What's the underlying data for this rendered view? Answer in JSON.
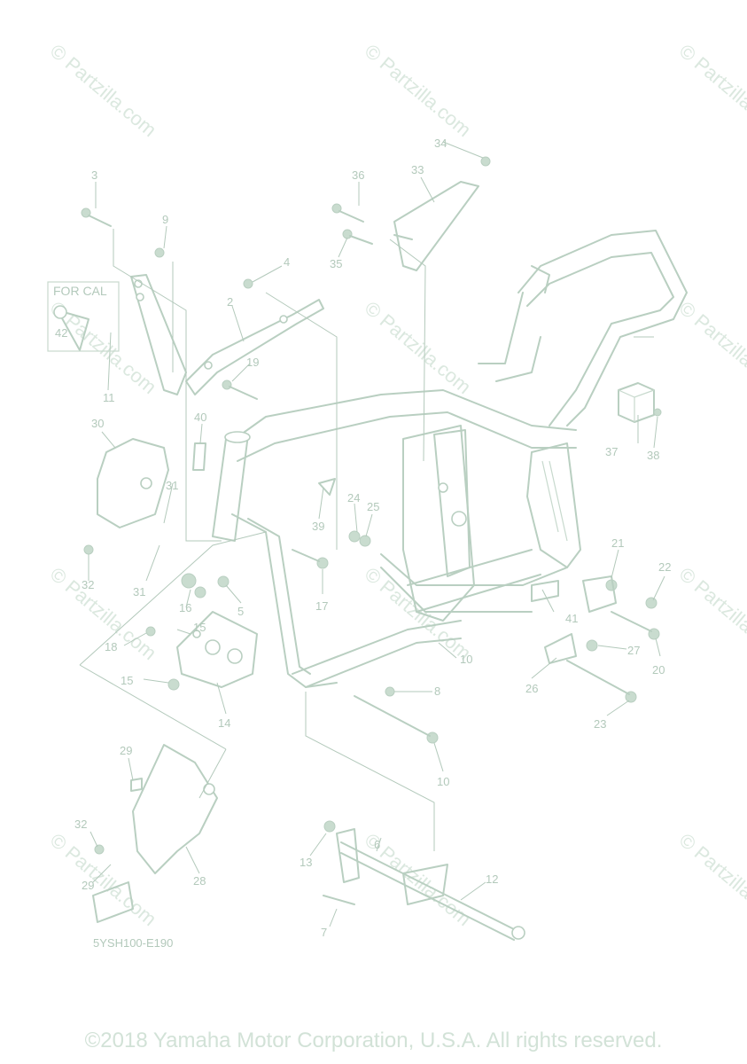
{
  "watermark_text": "© Partzilla.com",
  "diagram_code": "5YSH100-E190",
  "for_cal_label": "FOR CAL",
  "copyright": "©2018 Yamaha Motor Corporation, U.S.A. All rights reserved.",
  "callouts": [
    "2",
    "3",
    "4",
    "5",
    "6",
    "7",
    "8",
    "9",
    "10",
    "11",
    "12",
    "13",
    "14",
    "15",
    "15",
    "16",
    "17",
    "18",
    "19",
    "20",
    "21",
    "22",
    "23",
    "24",
    "25",
    "26",
    "27",
    "28",
    "29",
    "29",
    "30",
    "31",
    "31",
    "32",
    "32",
    "33",
    "34",
    "35",
    "36",
    "37",
    "38",
    "39",
    "40",
    "41",
    "42"
  ],
  "colors": {
    "line": "#b9cfc1",
    "text": "#b3c9bb",
    "watermark": "#dbe8df"
  }
}
